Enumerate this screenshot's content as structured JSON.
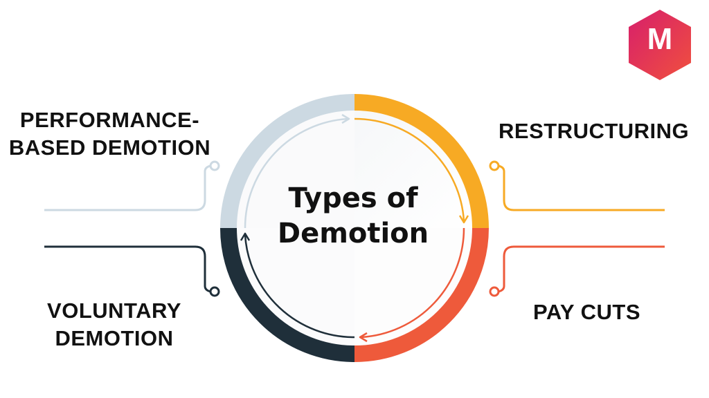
{
  "title": {
    "line1": "Types of",
    "line2": "Demotion"
  },
  "quadrants": [
    {
      "id": "top-left",
      "line1": "PERFORMANCE-",
      "line2": "BASED DEMOTION",
      "color": "#ccd9e2"
    },
    {
      "id": "top-right",
      "line1": "RESTRUCTURING",
      "line2": "",
      "color": "#f7aa24"
    },
    {
      "id": "bottom-right",
      "line1": "PAY CUTS",
      "line2": "",
      "color": "#ee5a3b"
    },
    {
      "id": "bottom-left",
      "line1": "VOLUNTARY",
      "line2": "DEMOTION",
      "color": "#1f2f3a"
    }
  ],
  "logo": {
    "letter": "M",
    "gradient": [
      "#d71f6b",
      "#f0503e"
    ]
  }
}
